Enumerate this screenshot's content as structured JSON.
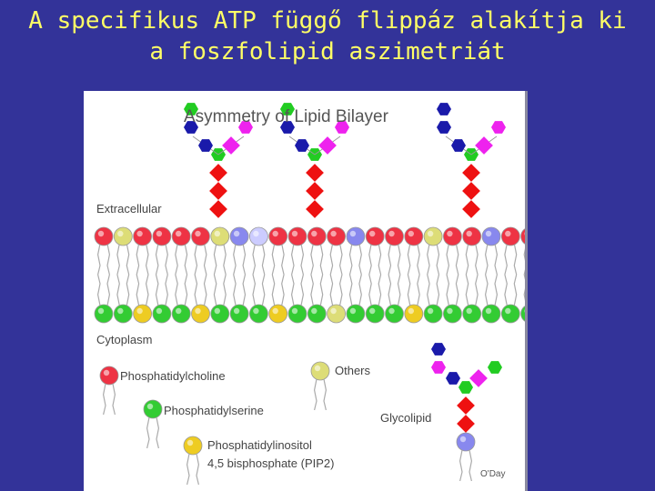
{
  "slide": {
    "title_line1": "A specifikus ATP függő flippáz alakítja ki",
    "title_line2": "a foszfolipid aszimetriát"
  },
  "figure": {
    "title": "Asymmetry of Lipid Bilayer",
    "extracellular_label": "Extracellular",
    "cytoplasm_label": "Cytoplasm",
    "legend": {
      "phosphatidylcholine": "Phosphatidylcholine",
      "phosphatidylserine": "Phosphatidylserine",
      "pip2_line1": "Phosphatidylinositol",
      "pip2_line2": "4,5 bisphosphate (PIP2)",
      "others": "Others",
      "glycolipid": "Glycolipid"
    },
    "credit": "O'Day"
  },
  "colors": {
    "background": "#333399",
    "title_text": "#ffff66",
    "phosphatidylcholine": "#ee3344",
    "phosphatidylserine": "#33cc33",
    "pip2": "#eecc22",
    "others": "#dddd77",
    "glycolipid_head": "#8888ee",
    "sugar_green": "#22cc22",
    "sugar_blue": "#1a1aaa",
    "sugar_magenta": "#ee22ee",
    "sugar_red": "#ee1111"
  },
  "membrane": {
    "outer_leaflet": [
      "ee3344",
      "dddd77",
      "ee3344",
      "ee3344",
      "ee3344",
      "ee3344",
      "dddd77",
      "8888ee",
      "ccccff",
      "ee3344",
      "ee3344",
      "ee3344",
      "ee3344",
      "8888ee",
      "ee3344",
      "ee3344",
      "ee3344",
      "dddd77",
      "ee3344",
      "ee3344",
      "8888ee",
      "ee3344",
      "ee3344"
    ],
    "inner_leaflet": [
      "33cc33",
      "33cc33",
      "eecc22",
      "33cc33",
      "33cc33",
      "eecc22",
      "33cc33",
      "33cc33",
      "33cc33",
      "eecc22",
      "33cc33",
      "33cc33",
      "dddd77",
      "33cc33",
      "33cc33",
      "33cc33",
      "eecc22",
      "33cc33",
      "33cc33",
      "33cc33",
      "33cc33",
      "33cc33",
      "33cc33"
    ]
  }
}
